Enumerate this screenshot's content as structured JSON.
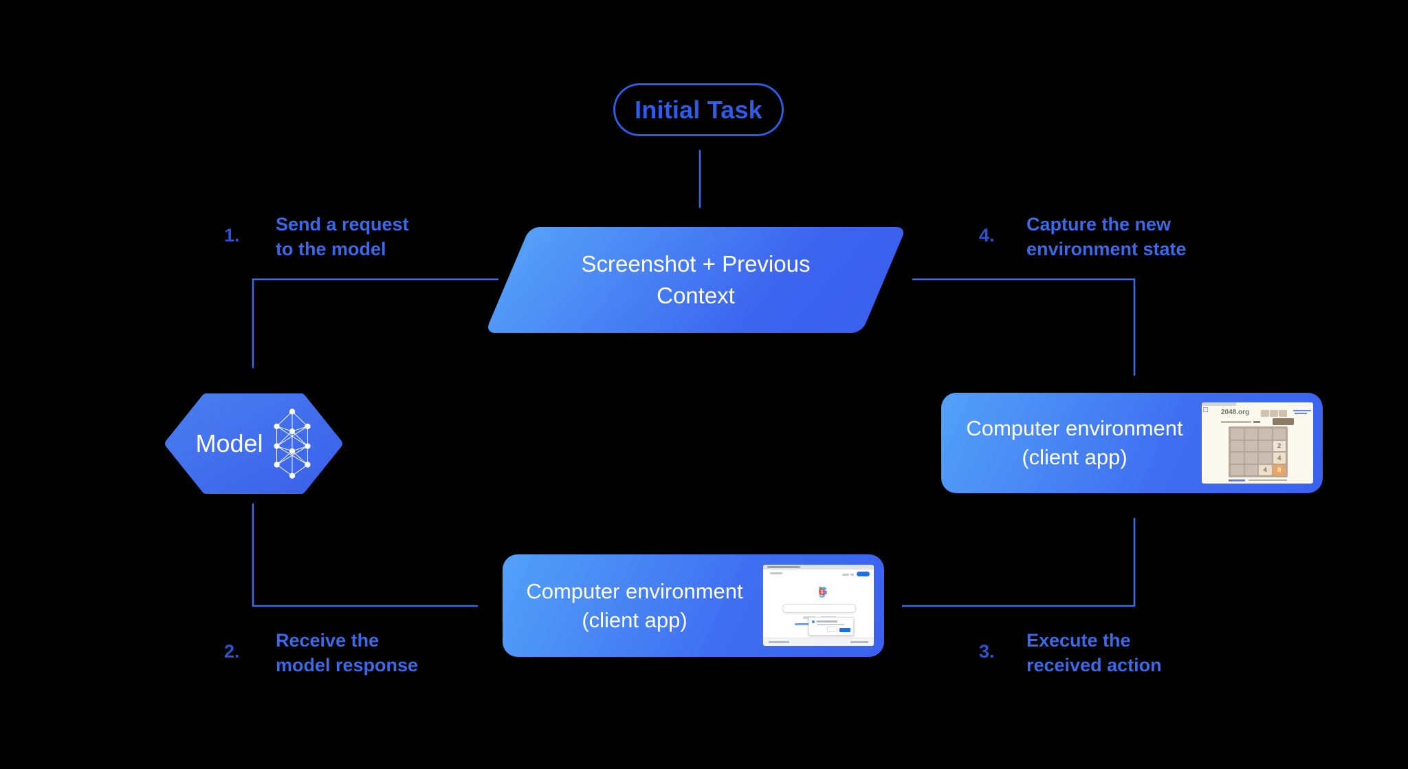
{
  "diagram": {
    "background": "#000000",
    "accent_blue": "#3b6ae9",
    "pill_blue": "#2e5ce9",
    "label_blue": "#3d68e6",
    "nodes": {
      "initial_task": {
        "label": "Initial Task"
      },
      "screenshot_context": {
        "line1": "Screenshot + Previous",
        "line2": "Context"
      },
      "model": {
        "label": "Model"
      },
      "env_bottom": {
        "line1": "Computer environment",
        "line2": "(client app)"
      },
      "env_right": {
        "line1": "Computer environment",
        "line2": "(client app)"
      }
    },
    "steps": [
      {
        "number": "1.",
        "line1": "Send a request",
        "line2": "to the model"
      },
      {
        "number": "2.",
        "line1": "Receive the",
        "line2": "model response"
      },
      {
        "number": "3.",
        "line1": "Execute the",
        "line2": "received action"
      },
      {
        "number": "4.",
        "line1": "Capture the new",
        "line2": "environment state"
      }
    ],
    "mini_google": {
      "logo_letters": [
        "G",
        "o",
        "o",
        "g",
        "l",
        "e"
      ],
      "logo_colors": [
        "#4285F4",
        "#EA4335",
        "#FBBC05",
        "#4285F4",
        "#34A853",
        "#EA4335"
      ]
    },
    "mini_2048": {
      "site_title": "2048.org",
      "grid": [
        [
          "",
          "",
          "",
          ""
        ],
        [
          "",
          "",
          "",
          "2"
        ],
        [
          "",
          "",
          "",
          "4"
        ],
        [
          "",
          "",
          "4",
          "8"
        ]
      ]
    }
  }
}
